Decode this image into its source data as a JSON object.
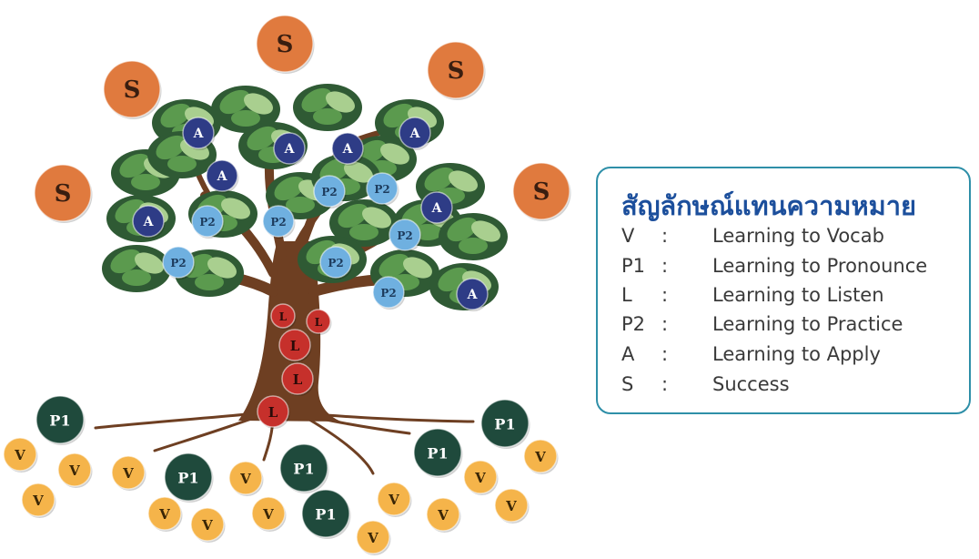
{
  "legend": {
    "title": "สัญลักษณ์แทนความหมาย",
    "items": [
      {
        "code": "V",
        "colon": ":",
        "desc": "Learning to Vocab"
      },
      {
        "code": "P1",
        "colon": ":",
        "desc": "Learning to Pronounce"
      },
      {
        "code": "L",
        "colon": ":",
        "desc": "Learning to Listen"
      },
      {
        "code": "P2",
        "colon": ":",
        "desc": "Learning to Practice"
      },
      {
        "code": "A",
        "colon": ":",
        "desc": "Learning to Apply"
      },
      {
        "code": "S",
        "colon": ":",
        "desc": "Success"
      }
    ]
  },
  "badge_labels": {
    "S": "S",
    "A": "A",
    "P2": "P2",
    "L": "L",
    "P1": "P1",
    "V": "V"
  },
  "colors": {
    "S": "#e07a3e",
    "A": "#2e3c86",
    "P2": "#6fb0e0",
    "L": "#c6302b",
    "P1": "#1f4a3c",
    "V": "#f5b44a",
    "trunk": "#6e3f22",
    "leaf_dark": "#2f5a34",
    "leaf_mid": "#5b9a4e",
    "leaf_light": "#a9cf8f",
    "legend_border": "#2e8fa8",
    "legend_title": "#1c4f9c"
  }
}
